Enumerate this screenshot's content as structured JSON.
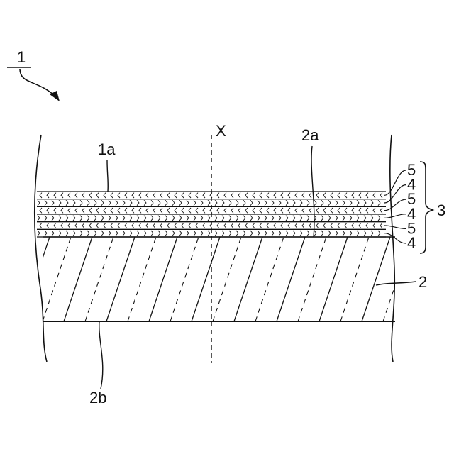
{
  "labels": {
    "device": "1",
    "axis": "X",
    "top_surface": "1a",
    "substrate_top": "2a",
    "substrate": "2",
    "substrate_bottom": "2b",
    "stack": "3",
    "layers_right": [
      "5",
      "4",
      "5",
      "4",
      "5",
      "4"
    ]
  },
  "colors": {
    "ink": "#111111",
    "background": "#ffffff"
  }
}
